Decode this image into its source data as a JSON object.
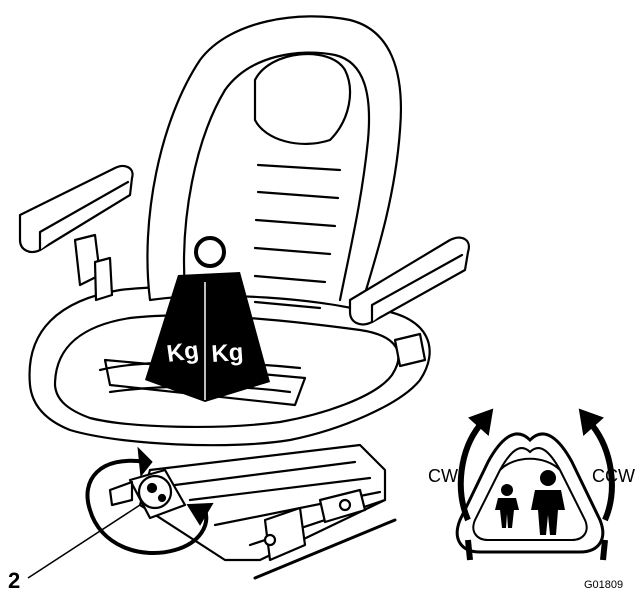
{
  "figure": {
    "callout_number": "2",
    "figure_code": "G01809",
    "weight_labels": [
      "Kg",
      "Kg"
    ],
    "rotation_labels": {
      "clockwise": "CW",
      "counter_clockwise": "CCW"
    }
  },
  "colors": {
    "line": "#000000",
    "background": "#ffffff",
    "weight_text": "#ffffff"
  },
  "icons": [
    "seat-icon",
    "weight-icon",
    "knob-icon",
    "rotation-arrow-icon",
    "adult-icon",
    "child-icon"
  ]
}
